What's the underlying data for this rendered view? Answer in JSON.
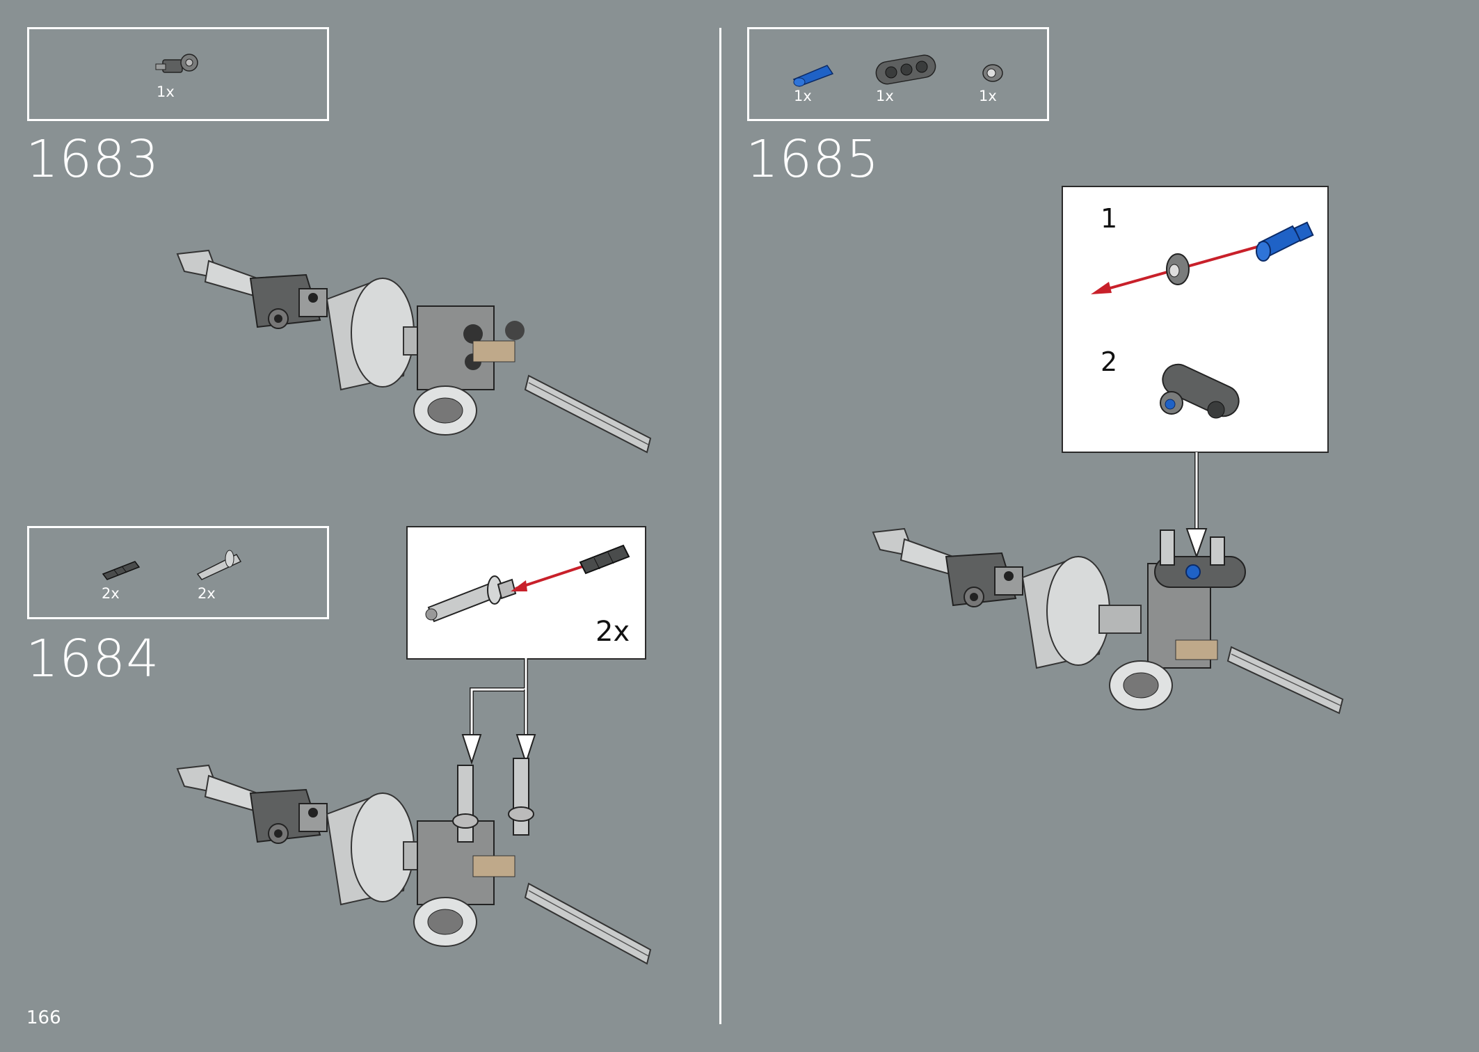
{
  "page": {
    "number": "166",
    "background": "#899193"
  },
  "steps": [
    {
      "number": "1683",
      "parts": [
        {
          "qty": "1x",
          "icon": "wheel-hub-part-icon"
        }
      ]
    },
    {
      "number": "1684",
      "parts": [
        {
          "qty": "2x",
          "icon": "axle-connector-icon"
        },
        {
          "qty": "2x",
          "icon": "pin-with-bush-icon"
        }
      ],
      "callout": {
        "multiplier": "2x"
      }
    },
    {
      "number": "1685",
      "parts": [
        {
          "qty": "1x",
          "icon": "blue-axle-pin-icon"
        },
        {
          "qty": "1x",
          "icon": "liftarm-3-icon"
        },
        {
          "qty": "1x",
          "icon": "bush-icon"
        }
      ],
      "callout": {
        "substeps": [
          "1",
          "2"
        ]
      }
    }
  ],
  "colors": {
    "blue_part": "#1f62c6",
    "red_arrow": "#c8202a",
    "dark_part": "#5e6060",
    "light_part": "#c9cbcb"
  }
}
